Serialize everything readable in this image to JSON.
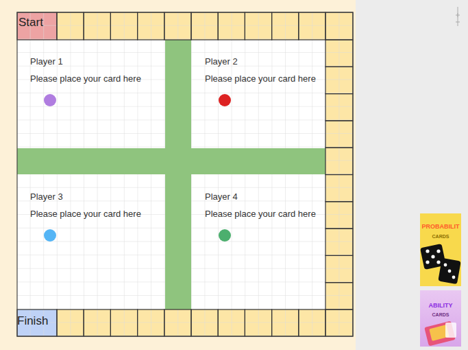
{
  "diagram": {
    "nodes": [
      {
        "text": [
          "Start"
        ]
      },
      {
        "text": [
          "Finish"
        ]
      },
      {
        "text": [
          "PROBABILIT",
          "CARDS"
        ]
      },
      {
        "text": [
          "ABILITY",
          "CARDS"
        ]
      }
    ],
    "labels": [
      "Player 1",
      "Please place your card here",
      "Player 2",
      "Please place your card here",
      "Player 3",
      "Please place your card here",
      "Player 4",
      "Please place your card here"
    ]
  }
}
